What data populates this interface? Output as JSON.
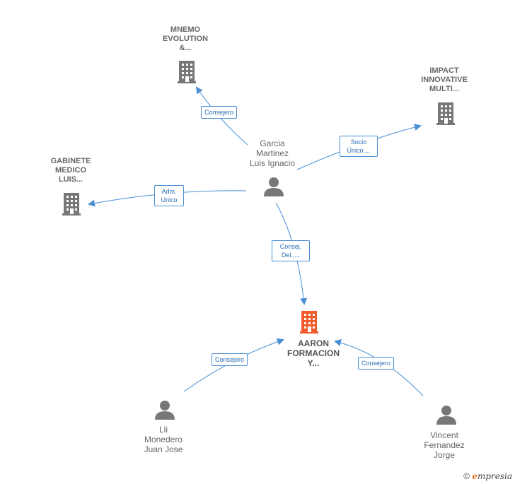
{
  "nodes": {
    "mnemo": {
      "label": "MNEMO\nEVOLUTION\n&..."
    },
    "impact": {
      "label": "IMPACT\nINNOVATIVE\nMULTI..."
    },
    "gabinete": {
      "label": "GABINETE\nMEDICO\nLUIS..."
    },
    "aaron": {
      "label": "AARON\nFORMACION\nY..."
    },
    "garcia": {
      "label": "Garcia\nMartinez\nLuis Ignacio"
    },
    "lli": {
      "label": "Lli\nMonedero\nJuan Jose"
    },
    "vincent": {
      "label": "Vincent\nFernandez\nJorge"
    }
  },
  "edges": {
    "garcia_mnemo": "Consejero",
    "garcia_impact": "Socio\nÚnico,...",
    "garcia_gabinete": "Adm.\nUnico",
    "garcia_aaron": "Consej.\nDel.,...",
    "lli_aaron": "Consejero",
    "vincent_aaron": "Consejero"
  },
  "colors": {
    "company": "#777777",
    "main_company": "#f15a2b",
    "person": "#777777",
    "edge": "#4a8fd4"
  },
  "footer": {
    "copyright": "©",
    "brand_first": "e",
    "brand_rest": "mpresia"
  }
}
